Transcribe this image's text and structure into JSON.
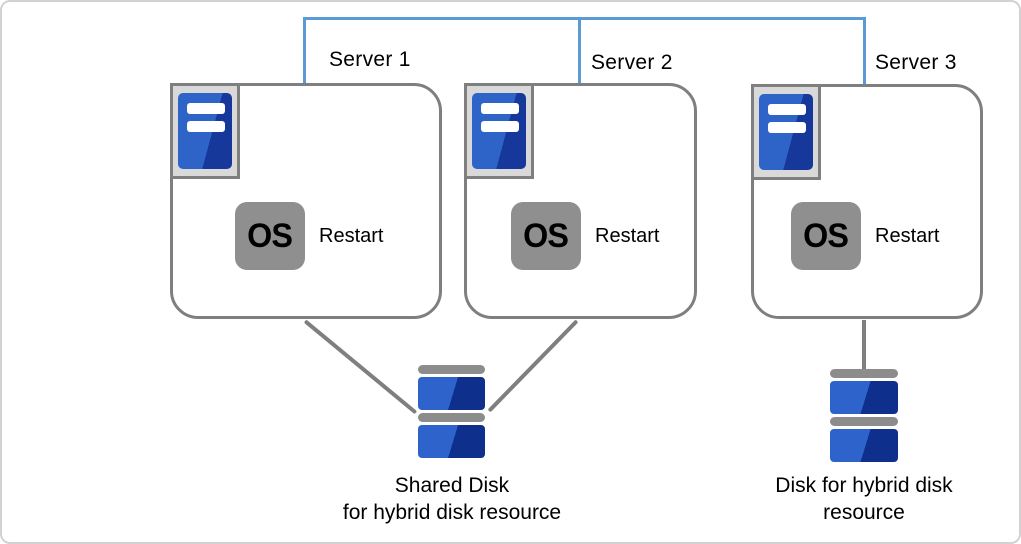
{
  "diagram": {
    "servers": [
      {
        "label": "Server 1",
        "os_badge": "OS",
        "action": "Restart"
      },
      {
        "label": "Server 2",
        "os_badge": "OS",
        "action": "Restart"
      },
      {
        "label": "Server 3",
        "os_badge": "OS",
        "action": "Restart"
      }
    ],
    "shared_disk": {
      "caption_line1": "Shared Disk",
      "caption_line2": "for hybrid disk resource"
    },
    "standalone_disk": {
      "caption_line1": "Disk for hybrid disk",
      "caption_line2": "resource"
    },
    "colors": {
      "network_blue": "#5b9bd5",
      "connector_gray": "#7f7f7f",
      "box_border_gray": "#7f7f7f",
      "icon_frame_bg": "#d9d9d9",
      "server_icon_blue_light": "#2e63c8",
      "server_icon_blue_dark": "#16389b",
      "os_badge_gray": "#8f8f8f",
      "disk_blue_light": "#2f63cc",
      "disk_blue_dark": "#0e2f8c",
      "disk_bar_gray": "#8c8c8c",
      "text": "#000000",
      "frame_border": "#d2d2d2"
    }
  }
}
